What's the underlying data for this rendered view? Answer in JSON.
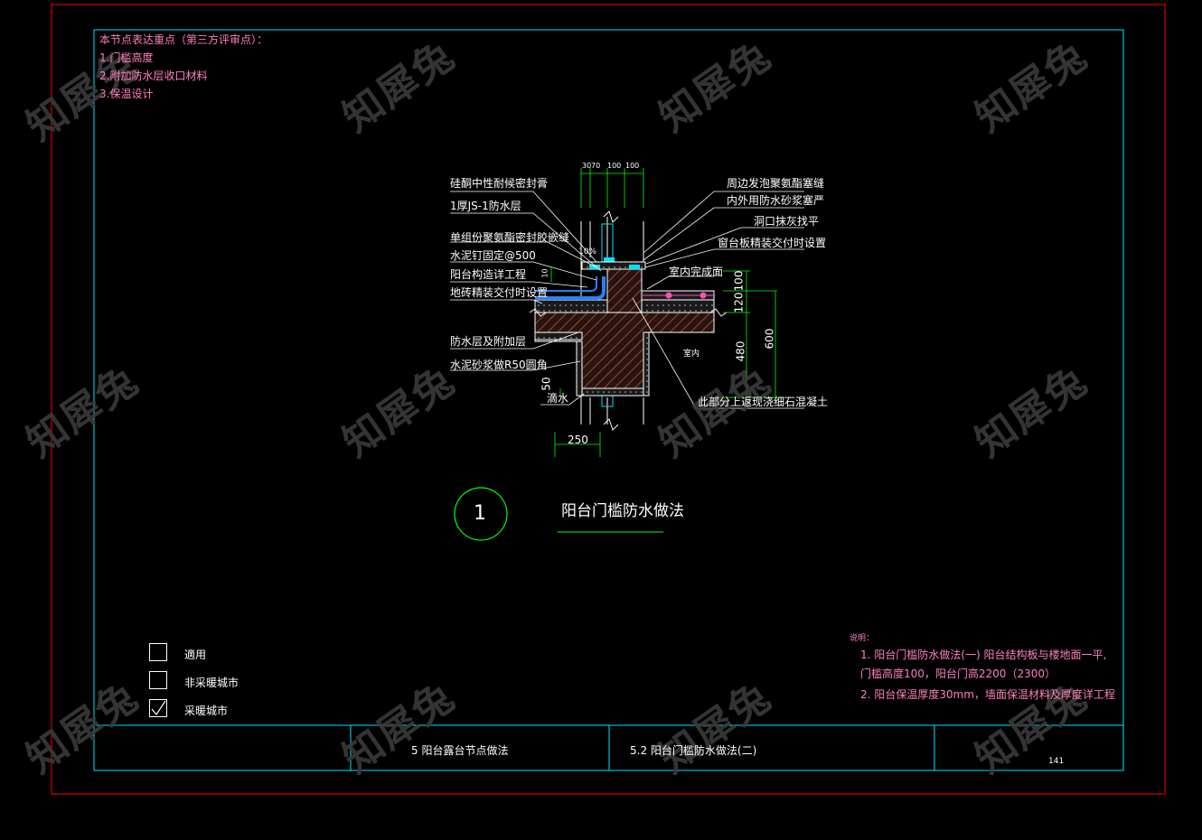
{
  "review_notes": {
    "heading": "本节点表达重点（第三方评审点）：",
    "items": [
      "1.门槛高度",
      "2.附加防水层收口材料",
      "3.保温设计"
    ]
  },
  "watermark": "知犀兔",
  "detail": {
    "callout_number": "1",
    "title": "阳台门槛防水做法",
    "labels_left": [
      "硅酮中性耐候密封膏",
      "1厚JS-1防水层",
      "单组份聚氨酯密封胶嵌缝",
      "水泥钉固定@500",
      "阳台构造详工程",
      "地砖精装交付时设置",
      "防水层及附加层",
      "水泥砂浆做R50圆角",
      "滴水"
    ],
    "labels_right": [
      "周边发泡聚氨酯塞缝",
      "内外用防水砂浆塞严",
      "洞口抹灰找平",
      "窗台板精装交付时设置",
      "室内完成面",
      "此部分上返现浇细石混凝土"
    ],
    "dims": {
      "top": [
        "30",
        "70",
        "100",
        "100"
      ],
      "d10": "10",
      "d100": "100",
      "d120": "120",
      "d480": "480",
      "d600": "600",
      "d50": "50",
      "d250": "250",
      "slope": "10%",
      "room": "室内"
    }
  },
  "legend": {
    "items": [
      {
        "label": "適用",
        "checked": false
      },
      {
        "label": "非采暖城市",
        "checked": false
      },
      {
        "label": "采暖城市",
        "checked": true
      }
    ]
  },
  "notes": {
    "heading": "说明：",
    "lines": [
      "1. 阳台门槛防水做法(一) 阳台结构板与楼地面一平,",
      "门槛高度100，阳台门高2200（2300）",
      "2. 阳台保温厚度30mm，墙面保温材料及厚度详工程"
    ]
  },
  "title_block": {
    "section": "5  阳台露台节点做法",
    "subsection": "5.2  阳台门槛防水做法(二)",
    "page": "141"
  },
  "colors": {
    "frame_red": "#ff0000",
    "frame_cyan": "#00e5ff",
    "pink_text": "#ff7fbf",
    "green": "#00ff00",
    "white": "#ffffff",
    "blue": "#2a7fff"
  }
}
